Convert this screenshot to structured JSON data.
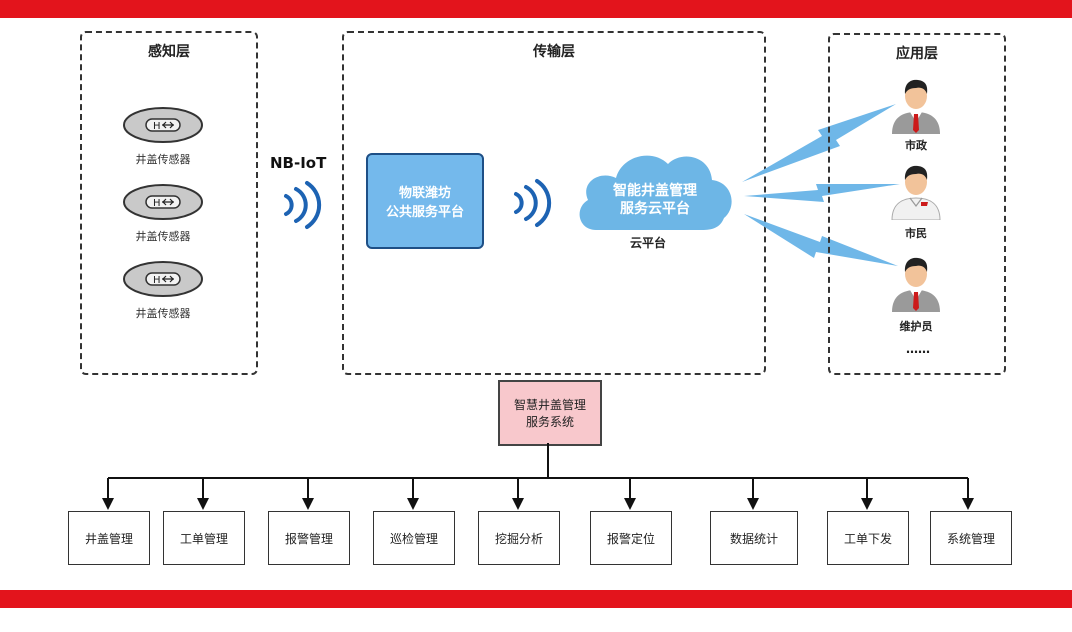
{
  "colors": {
    "bar": "#e3141c",
    "platform_fill": "#74b9ec",
    "cloud_fill": "#6db6e6",
    "central_fill": "#f8c8cc",
    "wave": "#1d63b3"
  },
  "layers": {
    "sense": {
      "title": "感知层"
    },
    "transport": {
      "title": "传输层"
    },
    "application": {
      "title": "应用层"
    }
  },
  "sensors": [
    {
      "label": "井盖传感器",
      "icon": "manhole-sensor-icon"
    },
    {
      "label": "井盖传感器",
      "icon": "manhole-sensor-icon"
    },
    {
      "label": "井盖传感器",
      "icon": "manhole-sensor-icon"
    }
  ],
  "link_label": "NB-IoT",
  "platform": {
    "line1": "物联潍坊",
    "line2": "公共服务平台"
  },
  "cloud": {
    "line1": "智能井盖管理",
    "line2": "服务云平台",
    "label": "云平台"
  },
  "users": [
    {
      "label": "市政",
      "icon": "businessman-icon"
    },
    {
      "label": "市民",
      "icon": "citizen-icon"
    },
    {
      "label": "维护员",
      "icon": "businessman-icon"
    }
  ],
  "users_more": "……",
  "central_system": {
    "line1": "智慧井盖管理",
    "line2": "服务系统"
  },
  "modules": [
    "井盖管理",
    "工单管理",
    "报警管理",
    "巡检管理",
    "挖掘分析",
    "报警定位",
    "数据统计",
    "工单下发",
    "系统管理"
  ]
}
